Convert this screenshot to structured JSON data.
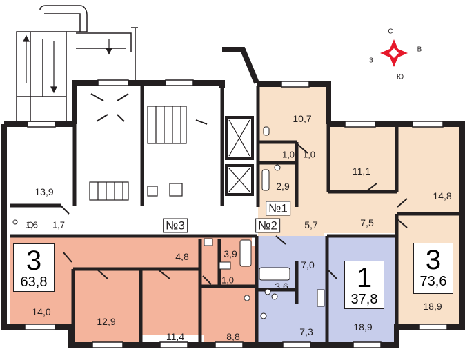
{
  "colors": {
    "apt_left": "#f4b49c",
    "apt_right": "#f9e1c9",
    "apt_one": "#c7cdeb",
    "wall": "#231f20"
  },
  "compass": {
    "north": "С",
    "east": "В",
    "south": "Ю",
    "west": "З"
  },
  "entrances": [
    "№1",
    "№2",
    "№3"
  ],
  "apartments": [
    {
      "id": "left",
      "rooms": "3",
      "total_area": "63,8"
    },
    {
      "id": "one",
      "rooms": "1",
      "total_area": "37,8"
    },
    {
      "id": "right",
      "rooms": "3",
      "total_area": "73,6"
    }
  ],
  "room_areas": {
    "stair_room": "13,9",
    "wc_left": "1,6",
    "wc_left_hall": "1,7",
    "kitchen_left": "14,0",
    "room_129": "12,9",
    "room_114": "11,4",
    "room_88": "8,8",
    "hall_48": "4,8",
    "bath_39": "3,9",
    "wc_10a": "1,0",
    "kitchen_107": "10,7",
    "wc_10b": "1,0",
    "wc_10c": "1,0",
    "bath_29": "2,9",
    "hall_57": "5,7",
    "room_111": "11,1",
    "room_148": "14,8",
    "hall_75": "7,5",
    "room_189r": "18,9",
    "hall_70": "7,0",
    "bath_36": "3,6",
    "kitchen_73": "7,3",
    "room_189": "18,9"
  }
}
